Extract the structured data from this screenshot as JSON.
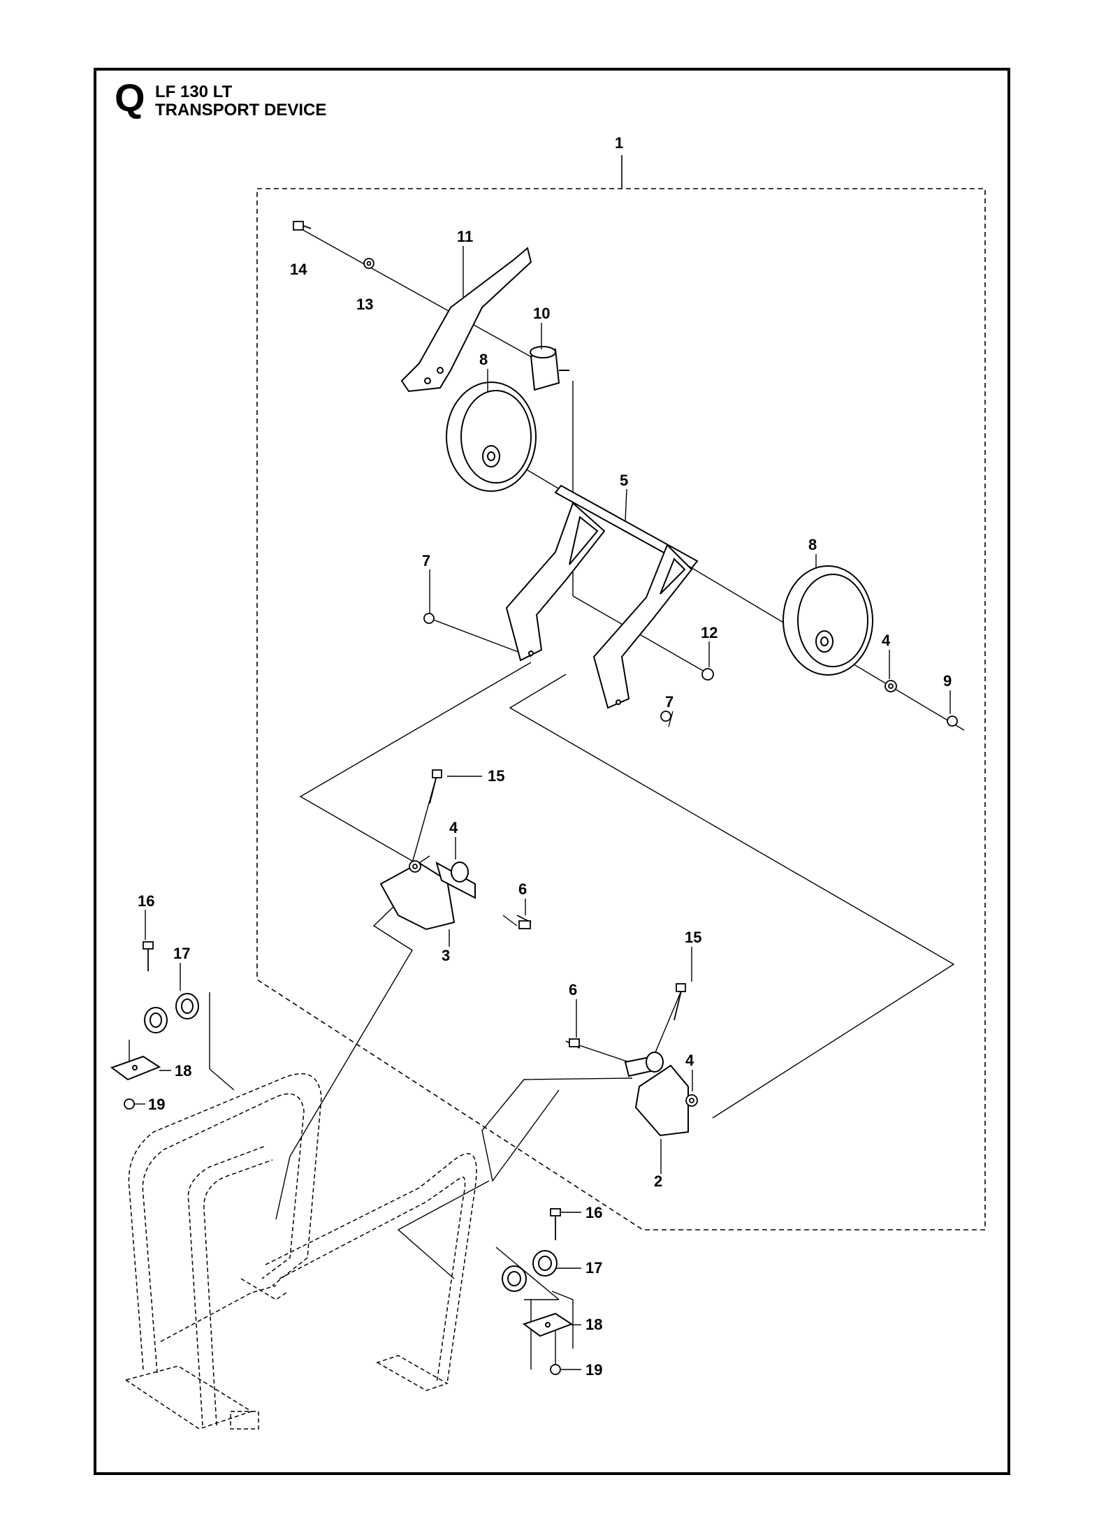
{
  "header": {
    "section": "Q",
    "model": "LF 130 LT",
    "title": "TRANSPORT DEVICE"
  },
  "callouts": [
    {
      "id": "c1",
      "text": "1"
    },
    {
      "id": "c2",
      "text": "2"
    },
    {
      "id": "c3",
      "text": "3"
    },
    {
      "id": "c4a",
      "text": "4"
    },
    {
      "id": "c4b",
      "text": "4"
    },
    {
      "id": "c4c",
      "text": "4"
    },
    {
      "id": "c5",
      "text": "5"
    },
    {
      "id": "c6a",
      "text": "6"
    },
    {
      "id": "c6b",
      "text": "6"
    },
    {
      "id": "c7a",
      "text": "7"
    },
    {
      "id": "c7b",
      "text": "7"
    },
    {
      "id": "c8a",
      "text": "8"
    },
    {
      "id": "c8b",
      "text": "8"
    },
    {
      "id": "c9",
      "text": "9"
    },
    {
      "id": "c10",
      "text": "10"
    },
    {
      "id": "c11",
      "text": "11"
    },
    {
      "id": "c12",
      "text": "12"
    },
    {
      "id": "c13",
      "text": "13"
    },
    {
      "id": "c14",
      "text": "14"
    },
    {
      "id": "c15a",
      "text": "15"
    },
    {
      "id": "c15b",
      "text": "15"
    },
    {
      "id": "c16a",
      "text": "16"
    },
    {
      "id": "c16b",
      "text": "16"
    },
    {
      "id": "c17a",
      "text": "17"
    },
    {
      "id": "c17b",
      "text": "17"
    },
    {
      "id": "c18a",
      "text": "18"
    },
    {
      "id": "c18b",
      "text": "18"
    },
    {
      "id": "c19a",
      "text": "19"
    },
    {
      "id": "c19b",
      "text": "19"
    }
  ]
}
